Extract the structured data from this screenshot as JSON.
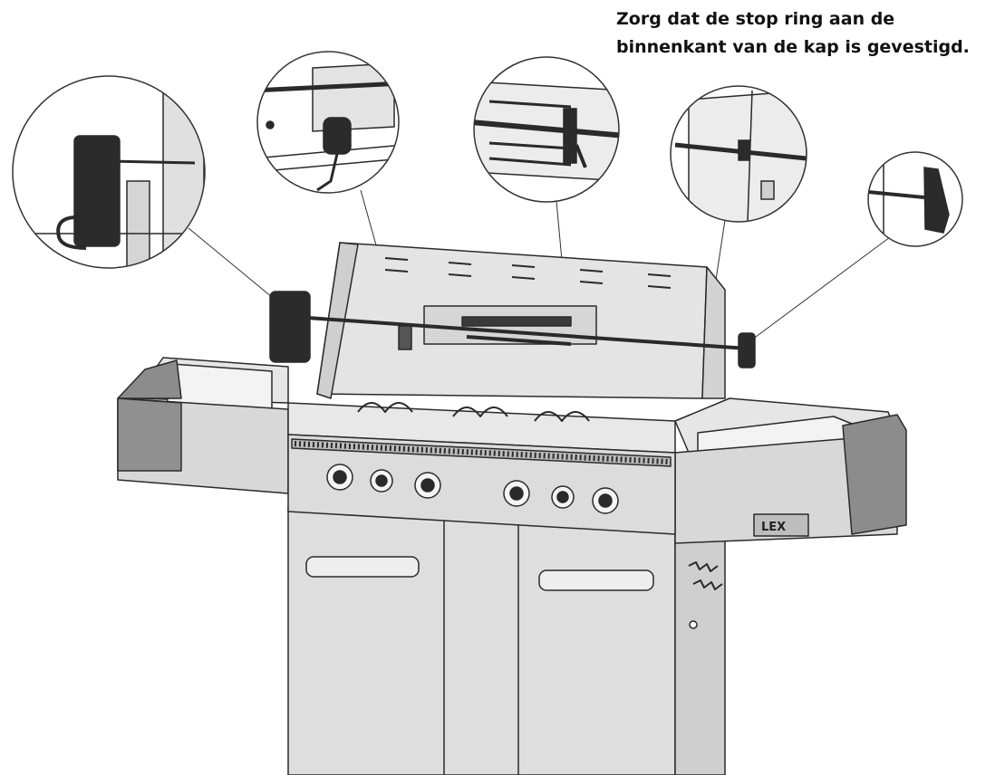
{
  "caption": {
    "line1": "Zorg dat de stop ring aan de",
    "line2": "binnenkant van de kap is gevestigd."
  },
  "logo_text": "LEX",
  "colors": {
    "stroke": "#2a2a2a",
    "panel_light": "#e2e2e2",
    "panel_mid": "#cfcfcf",
    "panel_dark": "#8a8a8a",
    "part_black": "#2b2b2b"
  },
  "callouts": [
    {
      "name": "callout-motor-mount",
      "part": "motor"
    },
    {
      "name": "callout-fork-set-screw",
      "part": "collar"
    },
    {
      "name": "callout-spit-forks",
      "part": "forks"
    },
    {
      "name": "callout-stop-ring",
      "part": "stop-ring"
    },
    {
      "name": "callout-handle",
      "part": "handle"
    }
  ]
}
